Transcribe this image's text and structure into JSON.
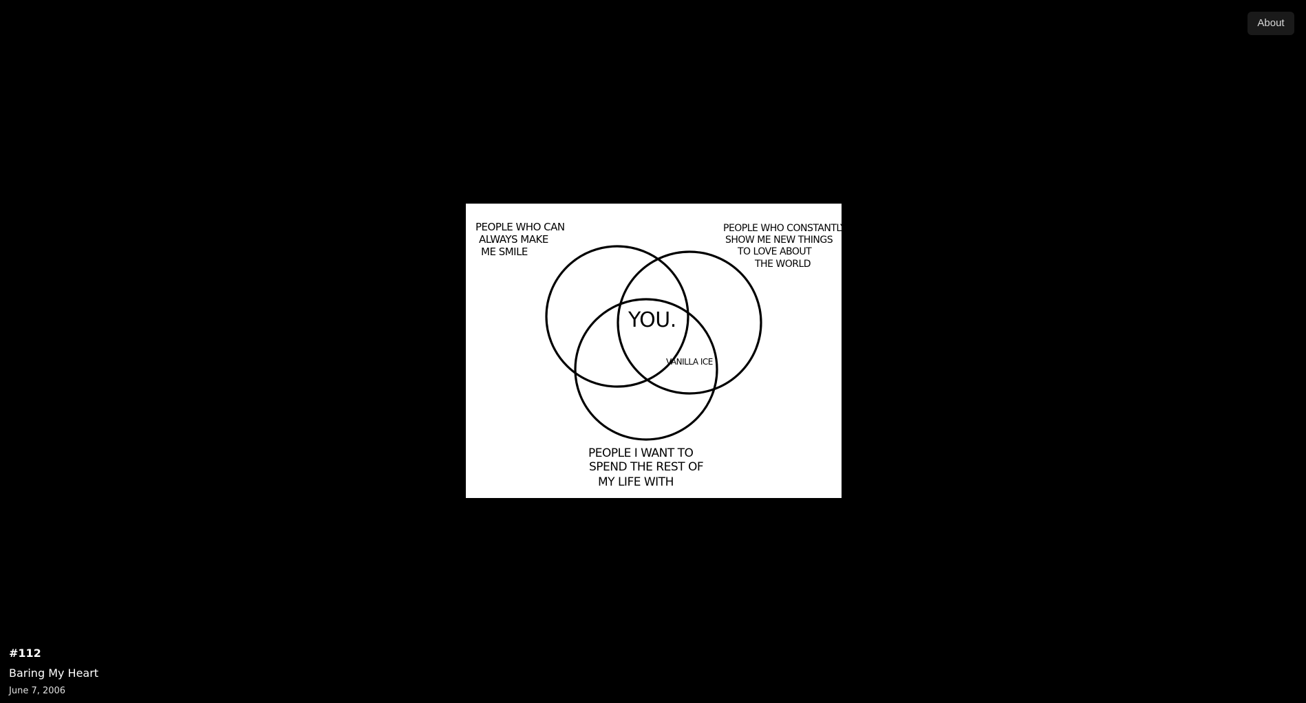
{
  "header": {
    "about_label": "About"
  },
  "comic": {
    "labels": {
      "circle_top_left": [
        "PEOPLE WHO CAN",
        "ALWAYS MAKE",
        "ME SMILE"
      ],
      "circle_top_right": [
        "PEOPLE WHO CONSTANTLY",
        "SHOW ME NEW THINGS",
        "TO LOVE ABOUT",
        "THE WORLD"
      ],
      "circle_bottom": [
        "PEOPLE I WANT TO",
        "SPEND THE REST OF",
        "MY LIFE WITH"
      ],
      "center": "YOU.",
      "intersection_right_bottom": "VANILLA ICE"
    }
  },
  "info": {
    "number": "#112",
    "title": "Baring My Heart",
    "date": "June 7, 2006"
  },
  "colors": {
    "background": "#000000",
    "comic_background": "#ffffff",
    "ink": "#000000",
    "about_button_bg": "#1a1a1a"
  }
}
